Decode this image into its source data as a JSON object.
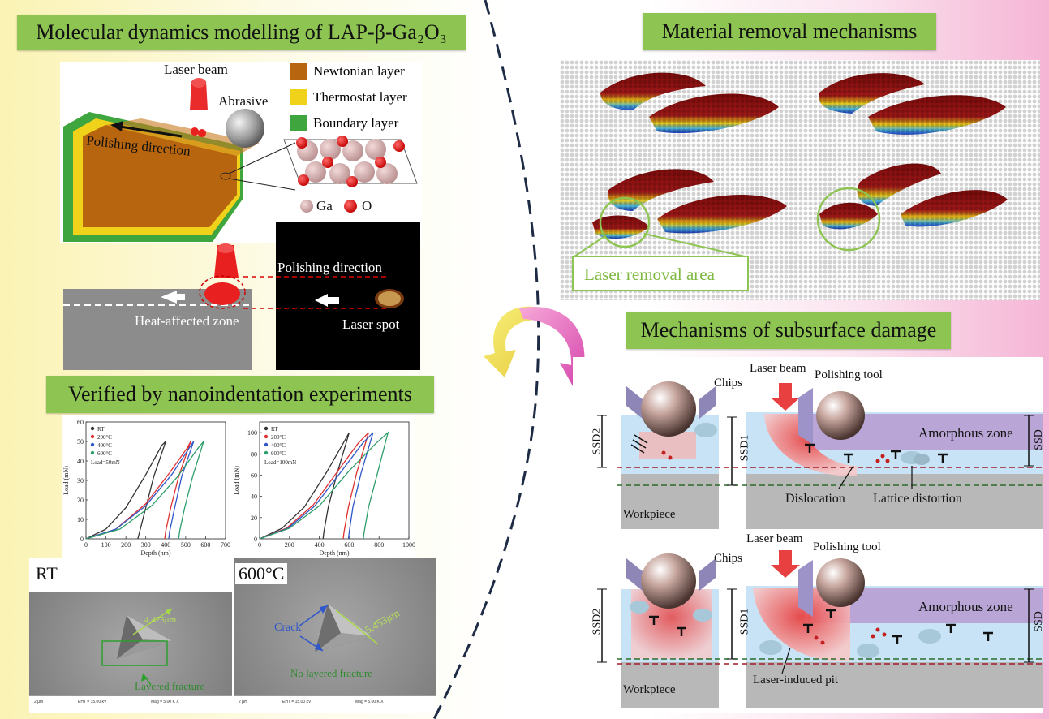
{
  "colors": {
    "banner": "#8dc452",
    "newtonian": "#b8650f",
    "thermostat": "#f0d21a",
    "boundary": "#3fa63f",
    "laser": "#e82020",
    "amorphous": "#b9a6d6",
    "workpiece": "#b8b8b8",
    "light_blue": "#c7e3f5"
  },
  "md": {
    "title": "Molecular dynamics modelling of LAP-β-Ga₂O₃",
    "laser_beam": "Laser beam",
    "abrasive": "Abrasive",
    "polishing_direction": "Polishing direction",
    "legend": [
      "Newtonian layer",
      "Thermostat layer",
      "Boundary layer"
    ],
    "ga": "Ga",
    "o": "O",
    "heat_affected_zone": "Heat-affected zone",
    "polishing_direction_2": "Polishing direction",
    "laser_spot": "Laser spot"
  },
  "removal": {
    "title": "Material removal mechanisms",
    "laser_removal_area": "Laser removal area"
  },
  "nano": {
    "title": "Verified by nanoindentation experiments",
    "rt": "RT",
    "t600": "600°C",
    "dim_rt": "4.425μm",
    "dim_600": "5.453μm",
    "crack": "Crack",
    "layered_fracture": "Layered fracture",
    "no_layered_fracture": "No layered fracture"
  },
  "subsurface": {
    "title": "Mechanisms of subsurface damage",
    "chips": "Chips",
    "laser_beam": "Laser beam",
    "polishing_tool": "Polishing tool",
    "amorphous_zone": "Amorphous zone",
    "ssd1": "SSD1",
    "ssd2": "SSD2",
    "ssd": "SSD",
    "dislocation": "Dislocation",
    "lattice_distortion": "Lattice distortion",
    "workpiece": "Workpiece",
    "laser_induced_pit": "Laser-induced pit"
  },
  "chart_data": [
    {
      "type": "line",
      "ylabel": "Load (mN)",
      "xlabel": "Depth (nm)",
      "xlim": [
        0,
        700
      ],
      "ylim": [
        0,
        60
      ],
      "xticks": [
        0,
        100,
        200,
        300,
        400,
        500,
        600,
        700
      ],
      "yticks": [
        0,
        10,
        20,
        30,
        40,
        50,
        60
      ],
      "annotation": "Load=50mN",
      "series": [
        {
          "name": "RT",
          "color": "#333333",
          "loading": [
            [
              0,
              0
            ],
            [
              100,
              5
            ],
            [
              200,
              16
            ],
            [
              300,
              33
            ],
            [
              380,
              48
            ],
            [
              400,
              50
            ]
          ],
          "unloading": [
            [
              400,
              50
            ],
            [
              340,
              32
            ],
            [
              300,
              16
            ],
            [
              270,
              4
            ],
            [
              260,
              0
            ]
          ]
        },
        {
          "name": "200°C",
          "color": "#e03030",
          "loading": [
            [
              0,
              0
            ],
            [
              150,
              5
            ],
            [
              300,
              18
            ],
            [
              420,
              34
            ],
            [
              510,
              47
            ],
            [
              525,
              50
            ]
          ],
          "unloading": [
            [
              525,
              50
            ],
            [
              465,
              32
            ],
            [
              425,
              16
            ],
            [
              400,
              4
            ],
            [
              395,
              0
            ]
          ]
        },
        {
          "name": "400°C",
          "color": "#2f57c9",
          "loading": [
            [
              0,
              0
            ],
            [
              150,
              5
            ],
            [
              300,
              17
            ],
            [
              430,
              33
            ],
            [
              520,
              47
            ],
            [
              540,
              50
            ]
          ],
          "unloading": [
            [
              540,
              50
            ],
            [
              480,
              32
            ],
            [
              445,
              16
            ],
            [
              420,
              4
            ],
            [
              415,
              0
            ]
          ]
        },
        {
          "name": "600°C",
          "color": "#2e9e6a",
          "loading": [
            [
              0,
              0
            ],
            [
              170,
              5
            ],
            [
              330,
              17
            ],
            [
              460,
              32
            ],
            [
              565,
              47
            ],
            [
              590,
              50
            ]
          ],
          "unloading": [
            [
              590,
              50
            ],
            [
              535,
              32
            ],
            [
              495,
              16
            ],
            [
              470,
              4
            ],
            [
              465,
              0
            ]
          ]
        }
      ]
    },
    {
      "type": "line",
      "ylabel": "Load (mN)",
      "xlabel": "Depth (nm)",
      "xlim": [
        0,
        1000
      ],
      "ylim": [
        0,
        110
      ],
      "xticks": [
        0,
        200,
        400,
        600,
        800,
        1000
      ],
      "yticks": [
        0,
        20,
        40,
        60,
        80,
        100
      ],
      "annotation": "Load=100mN",
      "series": [
        {
          "name": "RT",
          "color": "#333333",
          "loading": [
            [
              0,
              0
            ],
            [
              150,
              10
            ],
            [
              300,
              30
            ],
            [
              450,
              63
            ],
            [
              560,
              90
            ],
            [
              600,
              100
            ]
          ],
          "unloading": [
            [
              600,
              100
            ],
            [
              520,
              62
            ],
            [
              460,
              30
            ],
            [
              430,
              6
            ],
            [
              425,
              0
            ]
          ]
        },
        {
          "name": "200°C",
          "color": "#e03030",
          "loading": [
            [
              0,
              0
            ],
            [
              180,
              10
            ],
            [
              360,
              32
            ],
            [
              530,
              65
            ],
            [
              660,
              90
            ],
            [
              730,
              100
            ]
          ],
          "unloading": [
            [
              730,
              100
            ],
            [
              650,
              62
            ],
            [
              595,
              30
            ],
            [
              565,
              6
            ],
            [
              560,
              0
            ]
          ]
        },
        {
          "name": "400°C",
          "color": "#2f57c9",
          "loading": [
            [
              0,
              0
            ],
            [
              190,
              10
            ],
            [
              370,
              31
            ],
            [
              550,
              64
            ],
            [
              690,
              90
            ],
            [
              760,
              100
            ]
          ],
          "unloading": [
            [
              760,
              100
            ],
            [
              680,
              62
            ],
            [
              625,
              30
            ],
            [
              600,
              6
            ],
            [
              595,
              0
            ]
          ]
        },
        {
          "name": "600°C",
          "color": "#2e9e6a",
          "loading": [
            [
              0,
              0
            ],
            [
              200,
              10
            ],
            [
              400,
              31
            ],
            [
              600,
              64
            ],
            [
              780,
              90
            ],
            [
              860,
              100
            ]
          ],
          "unloading": [
            [
              860,
              100
            ],
            [
              790,
              62
            ],
            [
              730,
              30
            ],
            [
              700,
              6
            ],
            [
              695,
              0
            ]
          ]
        }
      ]
    }
  ]
}
